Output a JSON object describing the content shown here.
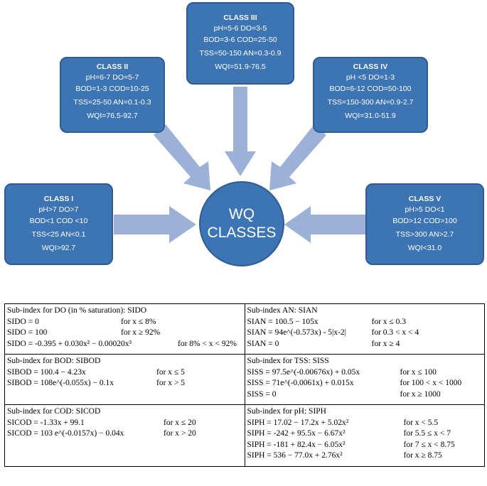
{
  "diagram": {
    "center": {
      "line1": "WQ",
      "line2": "CLASSES"
    },
    "classes": [
      {
        "title": "CLASS I",
        "lines": [
          "pH>7     DO>7",
          "BOD<1    COD <10",
          "TSS<25   AN<0.1",
          "WQI>92.7"
        ]
      },
      {
        "title": "CLASS II",
        "lines": [
          "pH=6-7      DO=5-7",
          "BOD=1-3    COD=10-25",
          "TSS=25-50   AN=0.1-0.3",
          "WQI=76.5-92.7"
        ]
      },
      {
        "title": "CLASS III",
        "lines": [
          "pH=5-6      DO=3-5",
          "BOD=3-6    COD=25-50",
          "TSS=50-150  AN=0.3-0.9",
          "WQI=51.9-76.5"
        ]
      },
      {
        "title": "CLASS IV",
        "lines": [
          "pH <5     DO=1-3",
          "BOD=6-12    COD=50-100",
          "TSS=150-300   AN=0.9-2.7",
          "WQI=31.0-51.9"
        ]
      },
      {
        "title": "CLASS V",
        "lines": [
          "pH>5     DO<1",
          "BOD>12   COD>100",
          "TSS>300    AN>2.7",
          "WQI<31.0"
        ]
      }
    ],
    "colors": {
      "box": "#3d74b4",
      "arrow": "#9bb1d6"
    }
  },
  "tables": {
    "do": {
      "header": "Sub-index for DO (in % saturation): SIDO",
      "rows": [
        [
          "SIDO = 0",
          "for x ≤ 8%"
        ],
        [
          "SIDO = 100",
          "for x ≥ 92%"
        ],
        [
          "SIDO = -0.395 + 0.030x² − 0.00020x³",
          "for 8% < x < 92%"
        ]
      ]
    },
    "an": {
      "header": "Sub-index AN: SIAN",
      "rows": [
        [
          "SIAN = 100.5 − 105x",
          "for x ≤ 0.3"
        ],
        [
          "SIAN = 94e^(-0.573x) - 5|x-2|",
          "for 0.3 < x < 4"
        ],
        [
          "SIAN = 0",
          "for x ≥ 4"
        ]
      ]
    },
    "bod": {
      "header": "Sub-index for BOD: SIBOD",
      "rows": [
        [
          "SIBOD = 100.4 − 4.23x",
          "for x ≤ 5"
        ],
        [
          "SIBOD = 108e^(-0.055x) − 0.1x",
          "for x > 5"
        ]
      ]
    },
    "tss": {
      "header": "Sub-index for TSS: SISS",
      "rows": [
        [
          "SISS = 97.5e^(-0.00676x) + 0.05x",
          "for x ≤ 100"
        ],
        [
          "SISS = 71e^(-0.0061x) + 0.015x",
          "for 100 < x < 1000"
        ],
        [
          "SISS = 0",
          "for x ≥ 1000"
        ]
      ]
    },
    "cod": {
      "header": "Sub-index for COD: SICOD",
      "rows": [
        [
          "SICOD = -1.33x + 99.1",
          "for x ≤ 20"
        ],
        [
          "SICOD = 103 e^(-0.0157x) − 0.04x",
          "for x > 20"
        ]
      ]
    },
    "ph": {
      "header": "Sub-index for pH: SIPH",
      "rows": [
        [
          "SIPH = 17.02 − 17.2x + 5.02x²",
          "for x < 5.5"
        ],
        [
          "SIPH = -242 + 95.5x − 6.67x²",
          "for 5.5 ≤ x < 7"
        ],
        [
          "SIPH = -181 + 82.4x − 6.05x²",
          "for 7 ≤ x < 8.75"
        ],
        [
          "SIPH = 536 − 77.0x + 2.76x²",
          "for x ≥ 8.75"
        ]
      ]
    }
  }
}
